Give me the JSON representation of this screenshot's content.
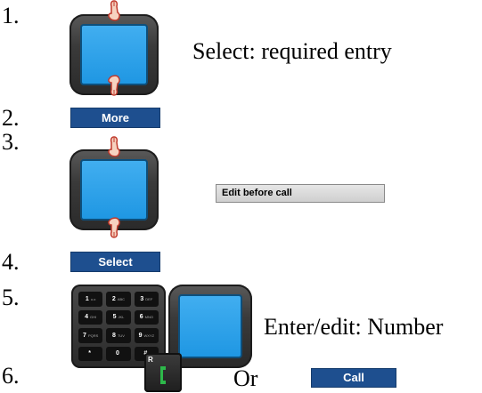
{
  "steps": [
    {
      "number": "1.",
      "caption": "Select: required entry"
    },
    {
      "number": "2.",
      "softkey": "More"
    },
    {
      "number": "3.",
      "display_text": "Edit before call"
    },
    {
      "number": "4.",
      "softkey": "Select"
    },
    {
      "number": "5.",
      "caption": "Enter/edit: Number"
    },
    {
      "number": "6.",
      "or_text": "Or",
      "softkey": "Call",
      "call_key_led": "R"
    }
  ],
  "keypad": {
    "keys": [
      {
        "digit": "1",
        "letters": "o.o"
      },
      {
        "digit": "2",
        "letters": "ABC"
      },
      {
        "digit": "3",
        "letters": "DEF"
      },
      {
        "digit": "4",
        "letters": "GHI"
      },
      {
        "digit": "5",
        "letters": "JKL"
      },
      {
        "digit": "6",
        "letters": "MNO"
      },
      {
        "digit": "7",
        "letters": "PQRS"
      },
      {
        "digit": "8",
        "letters": "TUV"
      },
      {
        "digit": "9",
        "letters": "WXYZ"
      },
      {
        "digit": "*",
        "letters": ""
      },
      {
        "digit": "0",
        "letters": ""
      },
      {
        "digit": "#",
        "letters": ""
      }
    ]
  },
  "colors": {
    "softkey_bg": "#1e4f8f",
    "navkey_screen": "#1f97e3",
    "call_key_accent": "#2db84a"
  }
}
